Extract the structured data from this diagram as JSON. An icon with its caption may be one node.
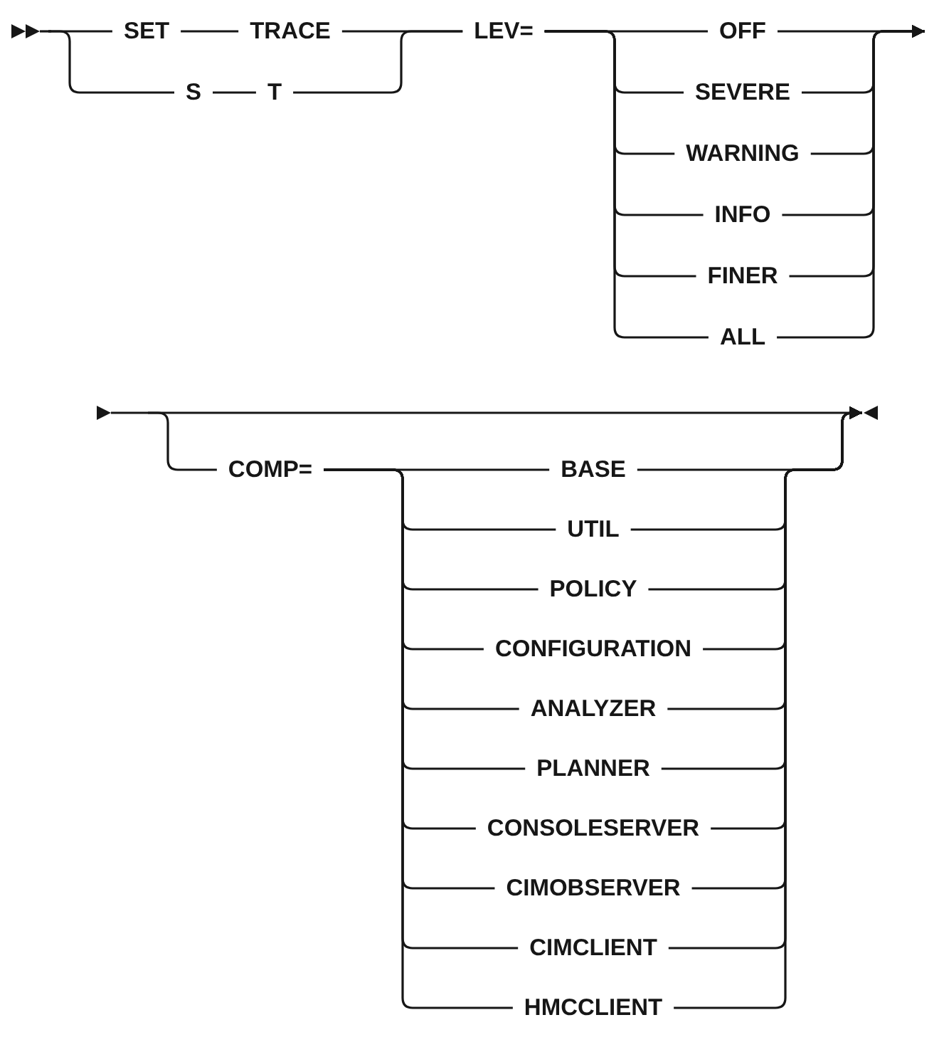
{
  "diagram": {
    "nodes": [
      {
        "text": [
          "SET"
        ]
      },
      {
        "text": [
          "TRACE"
        ]
      },
      {
        "text": [
          "S"
        ]
      },
      {
        "text": [
          "T"
        ]
      },
      {
        "text": [
          "LEV="
        ]
      },
      {
        "text": [
          "OFF"
        ]
      },
      {
        "text": [
          "SEVERE"
        ]
      },
      {
        "text": [
          "WARNING"
        ]
      },
      {
        "text": [
          "INFO"
        ]
      },
      {
        "text": [
          "FINER"
        ]
      },
      {
        "text": [
          "ALL"
        ]
      },
      {
        "text": [
          "COMP="
        ]
      },
      {
        "text": [
          "BASE"
        ]
      },
      {
        "text": [
          "UTIL"
        ]
      },
      {
        "text": [
          "POLICY"
        ]
      },
      {
        "text": [
          "CONFIGURATION"
        ]
      },
      {
        "text": [
          "ANALYZER"
        ]
      },
      {
        "text": [
          "PLANNER"
        ]
      },
      {
        "text": [
          "CONSOLESERVER"
        ]
      },
      {
        "text": [
          "CIMOBSERVER"
        ]
      },
      {
        "text": [
          "CIMCLIENT"
        ]
      },
      {
        "text": [
          "HMCCLIENT"
        ]
      }
    ],
    "edges": [
      {
        "from": null,
        "to": 0,
        "arrow": "none"
      },
      {
        "from": null,
        "to": 2,
        "arrow": "none"
      },
      {
        "from": 0,
        "to": 1,
        "arrow": "none"
      },
      {
        "from": 2,
        "to": 3,
        "arrow": "none"
      },
      {
        "from": 1,
        "to": 4,
        "arrow": "none"
      },
      {
        "from": 3,
        "to": 4,
        "arrow": "none"
      },
      {
        "from": 4,
        "to": 5,
        "arrow": "none"
      },
      {
        "from": 4,
        "to": 6,
        "arrow": "none"
      },
      {
        "from": 4,
        "to": 7,
        "arrow": "none"
      },
      {
        "from": 4,
        "to": 8,
        "arrow": "none"
      },
      {
        "from": 4,
        "to": 9,
        "arrow": "none"
      },
      {
        "from": 4,
        "to": 10,
        "arrow": "none"
      },
      {
        "from": 5,
        "to": null,
        "arrow": "to"
      },
      {
        "from": 6,
        "to": null,
        "arrow": "to"
      },
      {
        "from": 7,
        "to": null,
        "arrow": "to"
      },
      {
        "from": 8,
        "to": null,
        "arrow": "to"
      },
      {
        "from": 9,
        "to": null,
        "arrow": "to"
      },
      {
        "from": 10,
        "to": null,
        "arrow": "to"
      },
      {
        "from": null,
        "to": 11,
        "arrow": "none"
      },
      {
        "from": 11,
        "to": 12,
        "arrow": "none"
      },
      {
        "from": 11,
        "to": 13,
        "arrow": "none"
      },
      {
        "from": 11,
        "to": 14,
        "arrow": "none"
      },
      {
        "from": 11,
        "to": 15,
        "arrow": "none"
      },
      {
        "from": 11,
        "to": 16,
        "arrow": "none"
      },
      {
        "from": 11,
        "to": 17,
        "arrow": "none"
      },
      {
        "from": 11,
        "to": 18,
        "arrow": "none"
      },
      {
        "from": 11,
        "to": 19,
        "arrow": "none"
      },
      {
        "from": 11,
        "to": 20,
        "arrow": "none"
      },
      {
        "from": 11,
        "to": 21,
        "arrow": "none"
      },
      {
        "from": 12,
        "to": null,
        "arrow": "to"
      },
      {
        "from": 13,
        "to": null,
        "arrow": "to"
      },
      {
        "from": 14,
        "to": null,
        "arrow": "to"
      },
      {
        "from": 15,
        "to": null,
        "arrow": "to"
      },
      {
        "from": 16,
        "to": null,
        "arrow": "to"
      },
      {
        "from": 17,
        "to": null,
        "arrow": "to"
      },
      {
        "from": 18,
        "to": null,
        "arrow": "to"
      },
      {
        "from": 19,
        "to": null,
        "arrow": "to"
      },
      {
        "from": 20,
        "to": null,
        "arrow": "to"
      },
      {
        "from": 21,
        "to": null,
        "arrow": "to"
      }
    ]
  }
}
